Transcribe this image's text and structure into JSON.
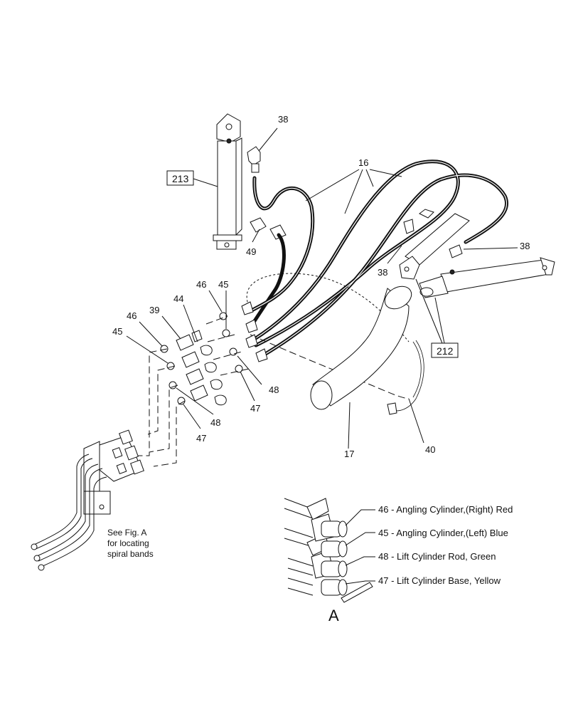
{
  "callouts": {
    "c38a": "38",
    "c16": "16",
    "c213": "213",
    "c49": "49",
    "c38b": "38",
    "c38c": "38",
    "c212": "212",
    "c46a": "46",
    "c45a": "45",
    "c44": "44",
    "c39": "39",
    "c46b": "46",
    "c45b": "45",
    "c48a": "48",
    "c47a": "47",
    "c48b": "48",
    "c47b": "47",
    "c17": "17",
    "c40": "40"
  },
  "note": {
    "line1": "See Fig. A",
    "line2": "for locating",
    "line3": "spiral bands"
  },
  "figure_a": {
    "legend": [
      "46 - Angling Cylinder,(Right) Red",
      "45 - Angling Cylinder,(Left) Blue",
      "48 - Lift Cylinder Rod, Green",
      "47 - Lift Cylinder Base, Yellow"
    ],
    "caption": "A"
  }
}
